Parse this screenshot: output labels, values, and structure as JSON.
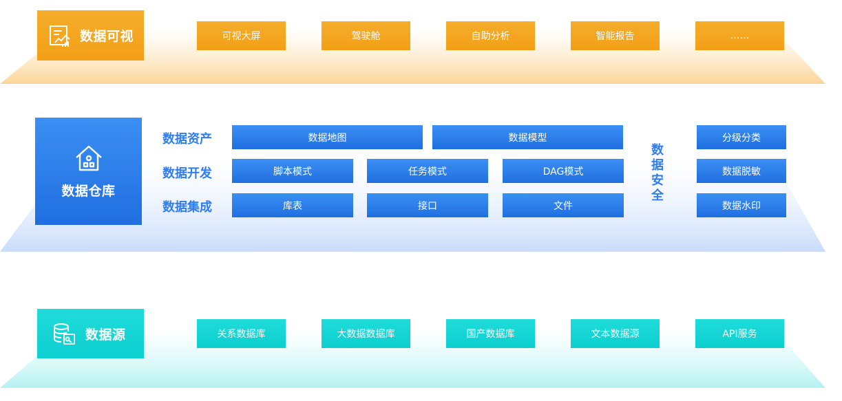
{
  "layers": {
    "visualization": {
      "title": "数据可视",
      "items": [
        "可视大屏",
        "驾驶舱",
        "自助分析",
        "智能报告",
        "……"
      ],
      "color": "#f5a623"
    },
    "warehouse": {
      "title": "数据仓库",
      "rows": [
        {
          "label": "数据资产",
          "items": [
            "数据地图",
            "数据模型"
          ]
        },
        {
          "label": "数据开发",
          "items": [
            "脚本模式",
            "任务模式",
            "DAG模式"
          ]
        },
        {
          "label": "数据集成",
          "items": [
            "库表",
            "接口",
            "文件"
          ]
        }
      ],
      "security": {
        "label": "数据安全",
        "items": [
          "分级分类",
          "数据脱敏",
          "数据水印"
        ]
      },
      "color": "#2a7ce8"
    },
    "source": {
      "title": "数据源",
      "items": [
        "关系数据库",
        "大数据数据库",
        "国产数据库",
        "文本数据源",
        "API服务"
      ],
      "color": "#12d6d4"
    }
  },
  "icons": {
    "visualization": "chart-report-icon",
    "warehouse": "house-icon",
    "source": "database-icon"
  }
}
